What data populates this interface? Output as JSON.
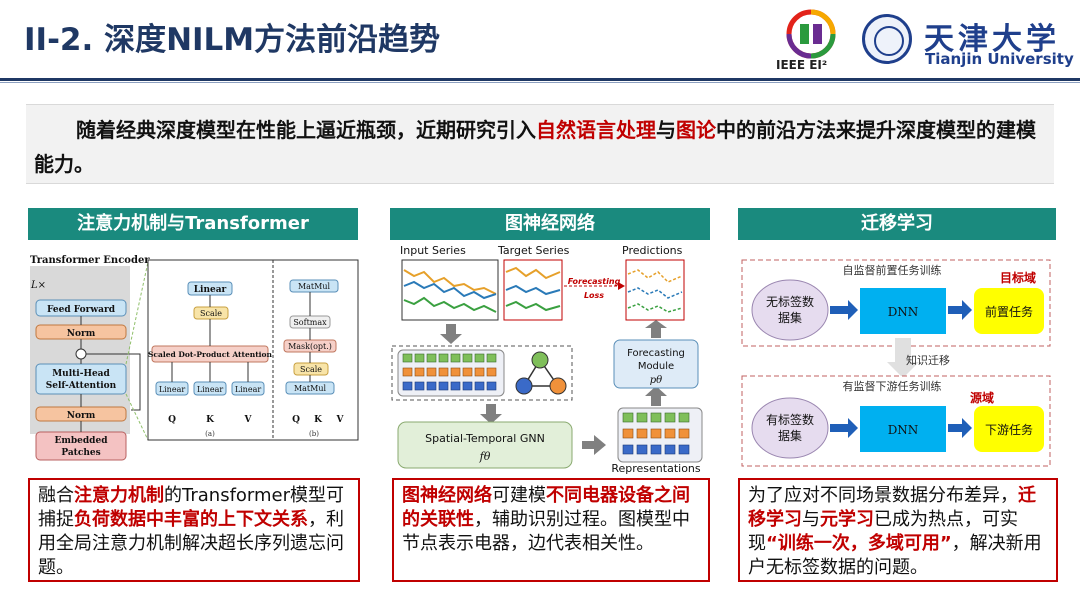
{
  "header": {
    "title": "II-2. 深度NILM方法前沿趋势",
    "logo_ieee": "IEEE EI²",
    "logo_tju_cn": "天津大学",
    "logo_tju_en": "Tianjin University"
  },
  "intro": {
    "part1": "随着经典深度模型在性能上逼近瓶颈，近期研究引入",
    "highlight1": "自然语言处理",
    "part2": "与",
    "highlight2": "图论",
    "part3": "中的前沿方法来提升深度模型的建模能力。"
  },
  "columns": [
    {
      "heading": "注意力机制与Transformer",
      "caption": {
        "p1": "融合",
        "h1": "注意力机制",
        "p2": "的Transformer模型可捕捉",
        "h2": "负荷数据中丰富的上下文关系",
        "p3": "，利用全局注意力机制解决超长序列遗忘问题。"
      }
    },
    {
      "heading": "图神经网络",
      "caption": {
        "h1": "图神经网络",
        "p1": "可建模",
        "h2": "不同电器设备之间的关联性",
        "p2": "，辅助识别过程。图模型中节点表示电器，边代表相关性。"
      }
    },
    {
      "heading": "迁移学习",
      "caption": {
        "p1": "为了应对不同场景数据分布差异，",
        "h1": "迁移学习",
        "p2": "与",
        "h2": "元学习",
        "p3": "已成为热点，可实现",
        "h3": "“训练一次，多域可用”",
        "p4": "，解决新用户无标签数据的问题。"
      }
    }
  ],
  "transformer_fig": {
    "encoder_title": "Transformer Encoder",
    "lx": "L×",
    "feed_forward": "Feed Forward",
    "norm": "Norm",
    "mha": "Multi-Head Self-Attention",
    "mha_line1": "Multi-Head",
    "mha_line2": "Self-Attention",
    "embedded_line1": "Embedded",
    "embedded_line2": "Patches",
    "linear": "Linear",
    "scale": "Scale",
    "sdpa": "Scaled Dot-Product Attention",
    "q": "Q",
    "k": "K",
    "v": "V",
    "a": "(a)",
    "b": "(b)",
    "matmul": "MatMul",
    "softmax": "Softmax",
    "mask": "Mask(opt.)"
  },
  "gnn_fig": {
    "input_series": "Input Series",
    "target_series": "Target Series",
    "predictions": "Predictions",
    "forecasting_loss_1": "Forecasting",
    "forecasting_loss_2": "Loss",
    "forecasting_module_1": "Forecasting",
    "forecasting_module_2": "Module",
    "p_theta": "pθ",
    "stgnn": "Spatial-Temporal GNN",
    "f_theta": "fθ",
    "representations": "Representations"
  },
  "transfer_fig": {
    "pretrain_title": "自监督前置任务训练",
    "target_domain": "目标域",
    "unlabeled_line1": "无标签数",
    "unlabeled_line2": "据集",
    "dnn": "DNN",
    "pretext_task": "前置任务",
    "knowledge_transfer": "知识迁移",
    "finetune_title": "有监督下游任务训练",
    "source_domain": "源域",
    "labeled_line1": "有标签数",
    "labeled_line2": "据集",
    "downstream_task": "下游任务"
  },
  "colors": {
    "title": "#1f3864",
    "heading_bg": "#1a8a7e",
    "highlight": "#c00000",
    "dnn_blue": "#00b0f0",
    "task_yellow": "#ffff00",
    "data_purple": "#e6dcef"
  }
}
